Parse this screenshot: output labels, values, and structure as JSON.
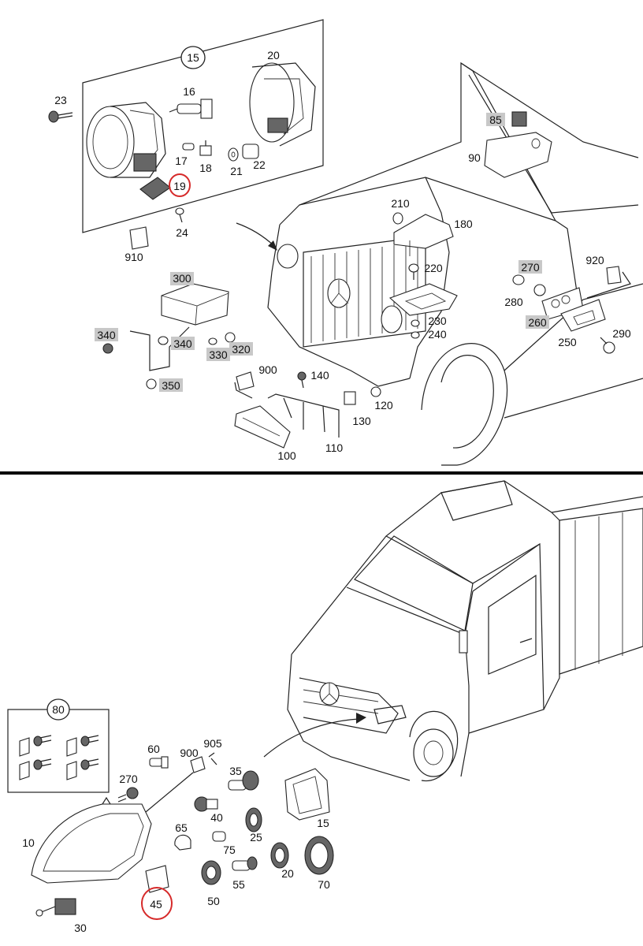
{
  "colors": {
    "highlight": "#c8c8c8",
    "circle_marker": "#d62a2a",
    "divider": "#000000"
  },
  "top": {
    "group_label": "15",
    "highlighted": [
      "85",
      "270",
      "260",
      "300",
      "340",
      "340",
      "320",
      "330",
      "350"
    ],
    "labels": [
      "20",
      "16",
      "23",
      "17",
      "18",
      "21",
      "22",
      "19",
      "24",
      "910",
      "85",
      "90",
      "210",
      "180",
      "220",
      "270",
      "920",
      "280",
      "260",
      "290",
      "250",
      "230",
      "240",
      "300",
      "340",
      "340",
      "320",
      "330",
      "350",
      "900",
      "140",
      "120",
      "130",
      "110",
      "100"
    ],
    "circled": "19"
  },
  "bottom": {
    "group_label": "80",
    "labels": [
      "60",
      "900",
      "905",
      "270",
      "35",
      "10",
      "40",
      "65",
      "75",
      "25",
      "15",
      "55",
      "20",
      "70",
      "50",
      "30"
    ],
    "circled": "45"
  }
}
